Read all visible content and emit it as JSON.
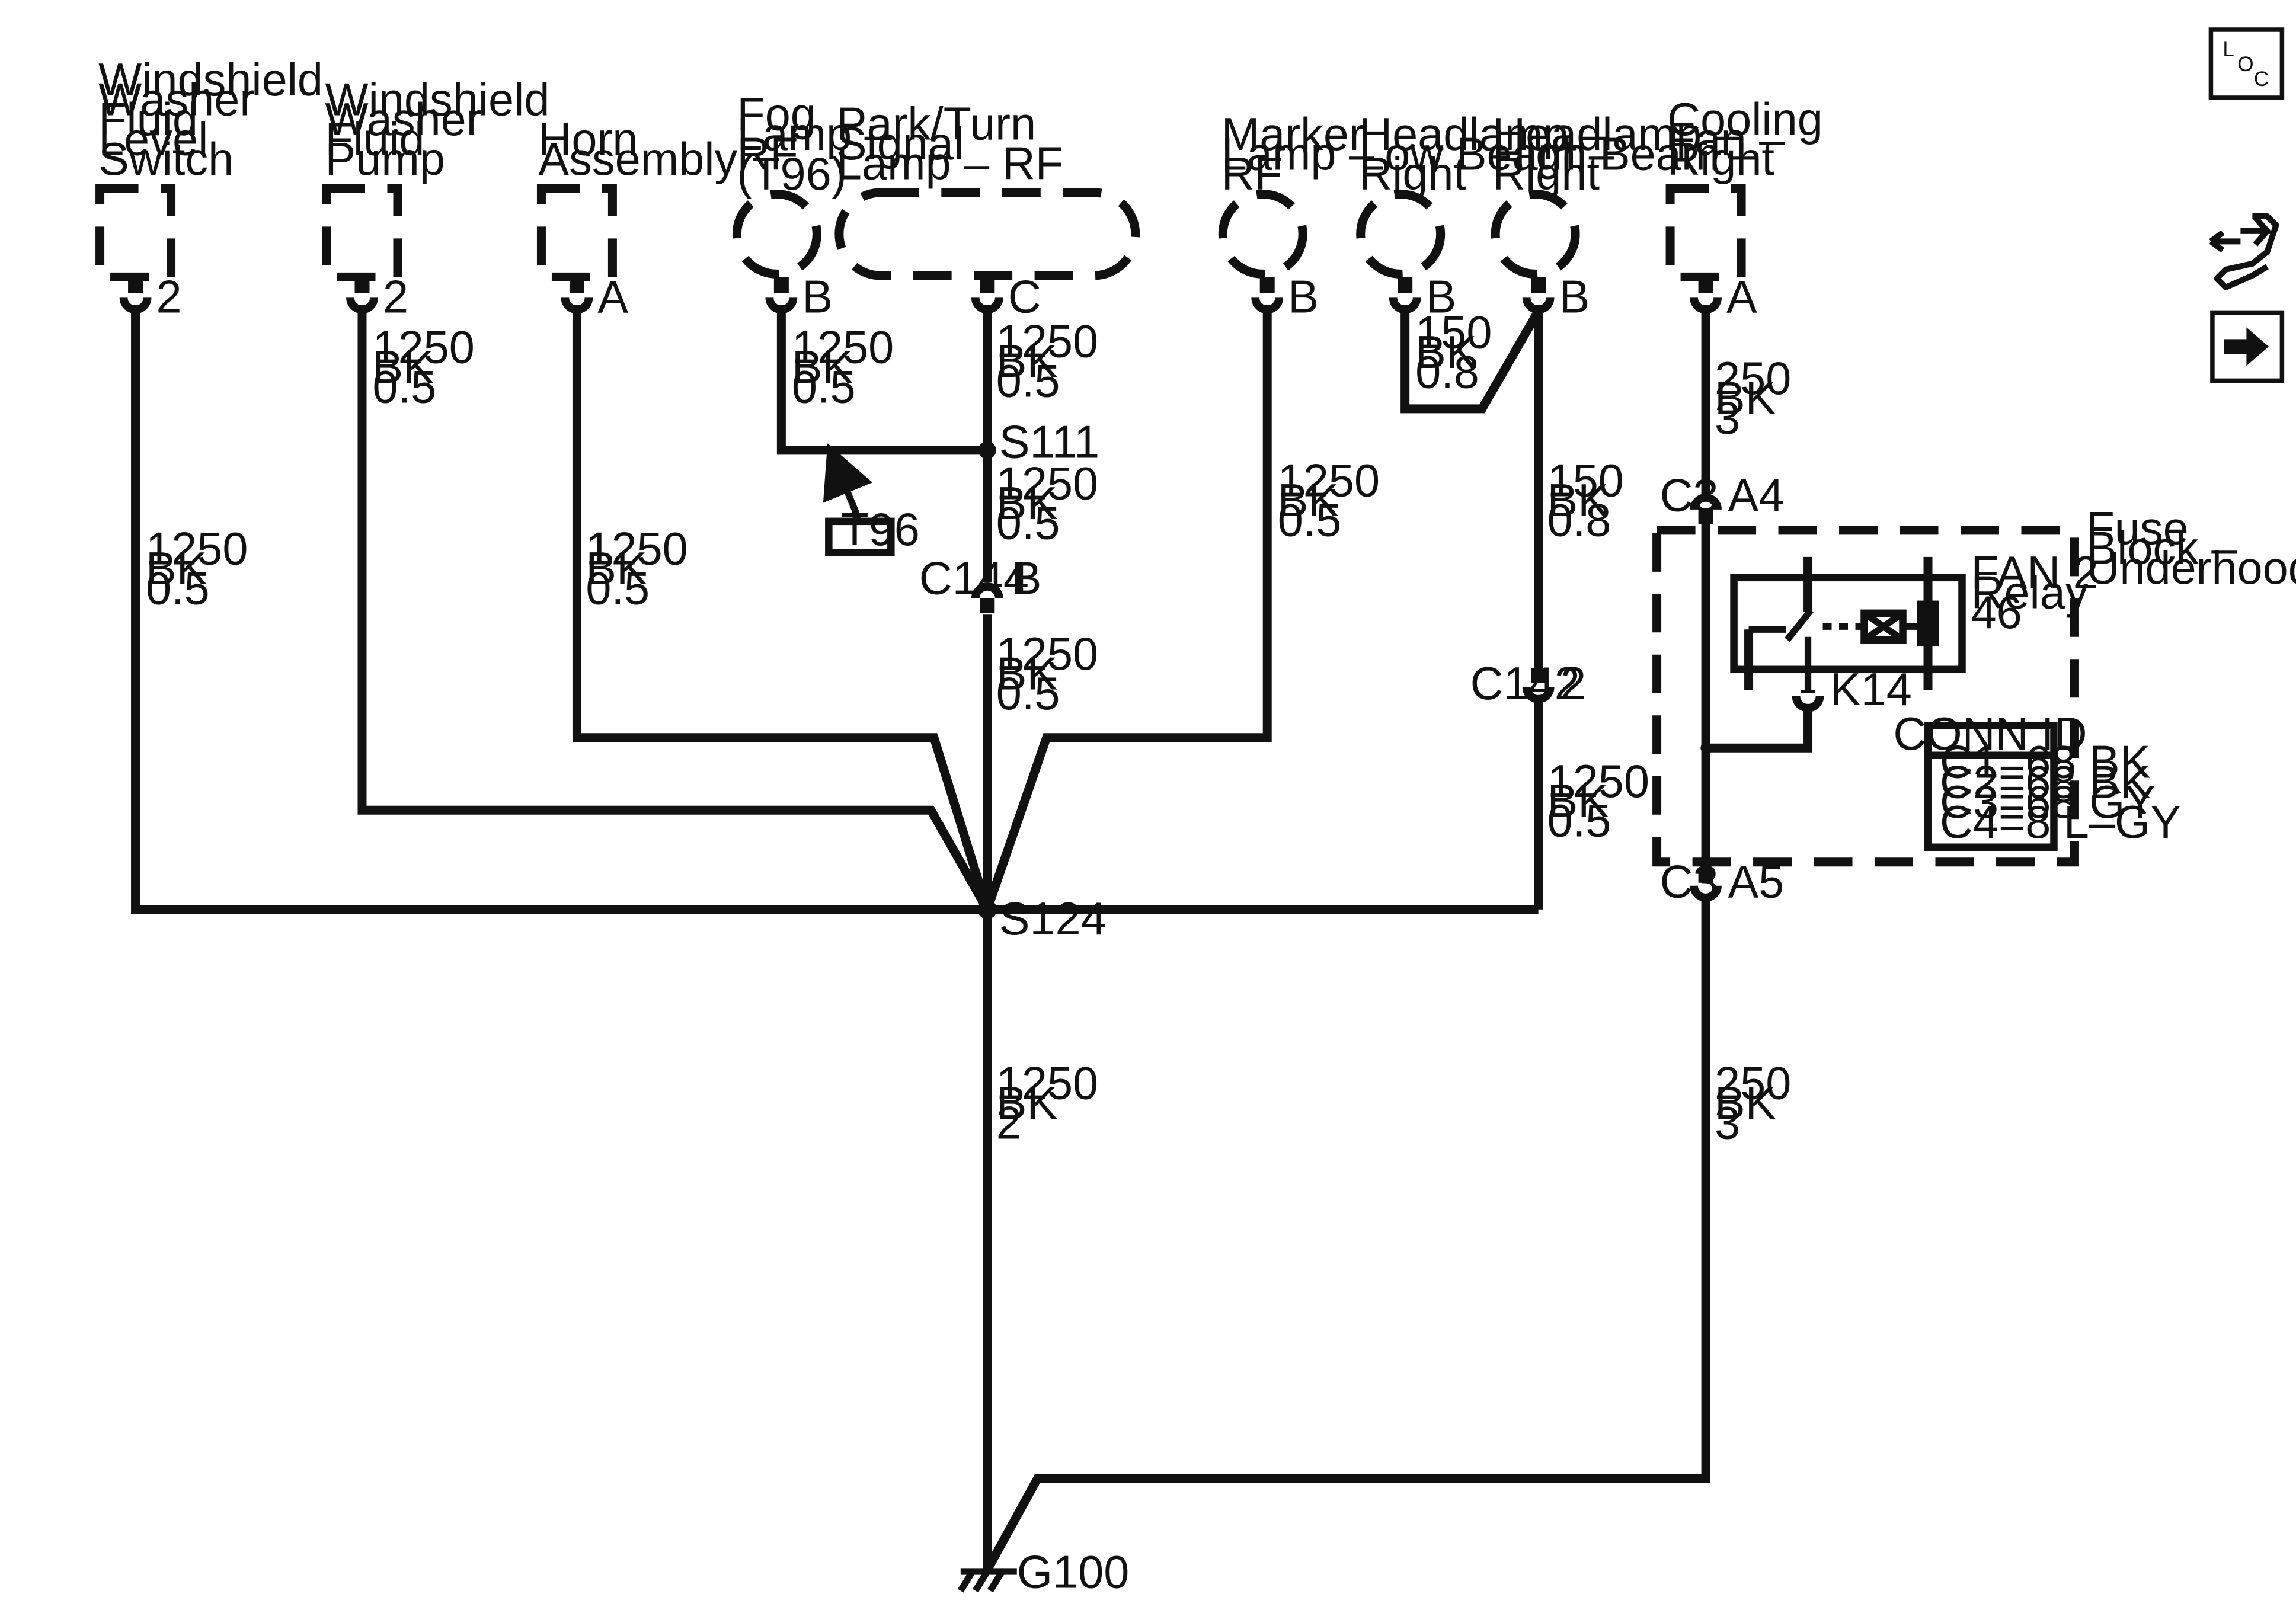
{
  "components": {
    "ww_switch": {
      "lines": [
        "Windshield",
        "Washer",
        "Fluid",
        "Level",
        "Switch"
      ],
      "pin": "2",
      "wire": [
        "1250",
        "BK",
        "0.5"
      ]
    },
    "ww_pump": {
      "lines": [
        "Windshield",
        "Washer",
        "Fluid",
        "Pump"
      ],
      "pin": "2",
      "wire": [
        "1250",
        "BK",
        "0.5"
      ]
    },
    "horn": {
      "lines": [
        "Horn",
        "Assembly"
      ],
      "pin": "A",
      "wire": [
        "1250",
        "BK",
        "0.5"
      ]
    },
    "fog": {
      "lines": [
        "Fog",
        "Lamp –",
        "RF",
        "(T96)"
      ],
      "pin": "B",
      "wire": [
        "1250",
        "BK",
        "0.5"
      ]
    },
    "park": {
      "lines": [
        "Park/Turn",
        "Signal",
        "Lamp – RF"
      ],
      "pin": "C",
      "wire": [
        "1250",
        "BK",
        "0.5"
      ]
    },
    "marker": {
      "lines": [
        "Marker",
        "Lamp –",
        "RF"
      ],
      "pin": "B",
      "wire": [
        "1250",
        "BK",
        "0.5"
      ]
    },
    "lowbeam": {
      "lines": [
        "Headlamp –",
        "Low Beam –",
        "Right"
      ],
      "pin": "B",
      "wire": [
        "150",
        "BK",
        "0.8"
      ]
    },
    "highbeam": {
      "lines": [
        "Headlamp –",
        "High Beam –",
        "Right"
      ],
      "pin": "B",
      "wire": [
        "150",
        "BK",
        "0.8"
      ]
    },
    "fan": {
      "lines": [
        "Cooling",
        "Fan –",
        "Right"
      ],
      "pin": "A",
      "wire": [
        "250",
        "BK",
        "3"
      ]
    }
  },
  "wires": {
    "park_s111_to_c144": [
      "1250",
      "BK",
      "0.5"
    ],
    "c144_to_s124": [
      "1250",
      "BK",
      "0.5"
    ],
    "c142_to_s124": [
      "1250",
      "BK",
      "0.5"
    ],
    "s124_to_ground": [
      "1250",
      "BK",
      "2"
    ],
    "fuse_to_ground": [
      "250",
      "BK",
      "3"
    ]
  },
  "splices": {
    "s111": "S111",
    "s124": "S124"
  },
  "connectors": {
    "c144": {
      "id": "C144",
      "pin": "B"
    },
    "c142": {
      "id": "C142",
      "pin": "2"
    },
    "c3_top": {
      "id": "C3",
      "pin": "A4"
    },
    "c3_bottom": {
      "id": "C3",
      "pin": "A5"
    }
  },
  "option_tag": "T96",
  "fuse_block": {
    "lines": [
      "Fuse",
      "Block –",
      "Underhood"
    ],
    "relay_lines": [
      "FAN 2",
      "Relay",
      "46"
    ],
    "relay_pin": "K14",
    "conn_id": {
      "title": "CONN ID",
      "rows": [
        "C1=68 BK",
        "C2=68 BK",
        "C3=68 GY",
        "C4=8 L–GY"
      ]
    }
  },
  "ground": "G100",
  "side_icons": {
    "loc": {
      "l": "L",
      "o": "O",
      "c": "C"
    },
    "tools": "tools-icon",
    "next": "arrow-right-icon"
  }
}
